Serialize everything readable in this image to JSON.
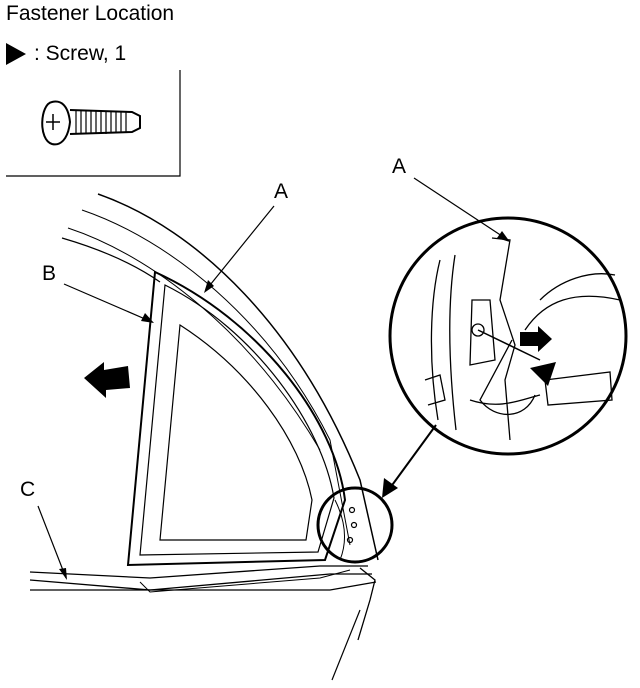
{
  "header": {
    "title": "Fastener Location",
    "legend_label": ": Screw, 1"
  },
  "callouts": {
    "a_main": "A",
    "a_detail": "A",
    "b": "B",
    "c": "C"
  },
  "icons": {
    "fastener": "screw-icon",
    "fastener_marker": "filled-triangle-icon",
    "direction": "arrow-left-icon"
  }
}
